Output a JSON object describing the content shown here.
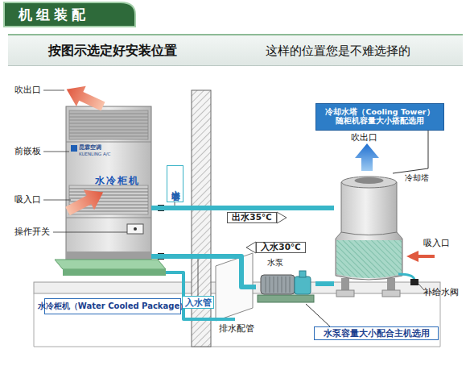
{
  "diagram": {
    "title": "机组装配",
    "nodes": [
      {
        "text": [
          "按图示选定好安装位置",
          "这样的位置您是不难选择的"
        ]
      },
      {
        "text": [
          "昆霖空调",
          "KUENLING A/C",
          "水冷柜机"
        ]
      },
      {
        "text": [
          "冷却水塔（Cooling Tower） 随柜机容量大小搭配选用"
        ]
      },
      {
        "text": [
          "出水管"
        ]
      },
      {
        "text": [
          "冷却塔"
        ]
      },
      {
        "text": [
          "水泵"
        ]
      },
      {
        "text": [
          "入水管"
        ]
      },
      {
        "text": [
          "水冷柜机（Water Cooled Package）"
        ]
      },
      {
        "text": [
          "水泵容量大小配合主机选用"
        ]
      }
    ],
    "edges": [
      {
        "from": 1,
        "to": 4,
        "label": "出水35℃",
        "arrow": "none"
      },
      {
        "from": 4,
        "to": 5,
        "arrow": "none"
      },
      {
        "from": 5,
        "to": 1,
        "label": "入水30℃",
        "arrow": "none"
      },
      {
        "from": 2,
        "to": 4,
        "arrow": "none"
      },
      {
        "from": 8,
        "to": 5,
        "arrow": "none"
      }
    ],
    "labels": [
      "吹出口",
      "前嵌板",
      "吸入口",
      "操作开关",
      "吹出口",
      "吸入口",
      "补给水阀",
      "排水配管"
    ]
  }
}
